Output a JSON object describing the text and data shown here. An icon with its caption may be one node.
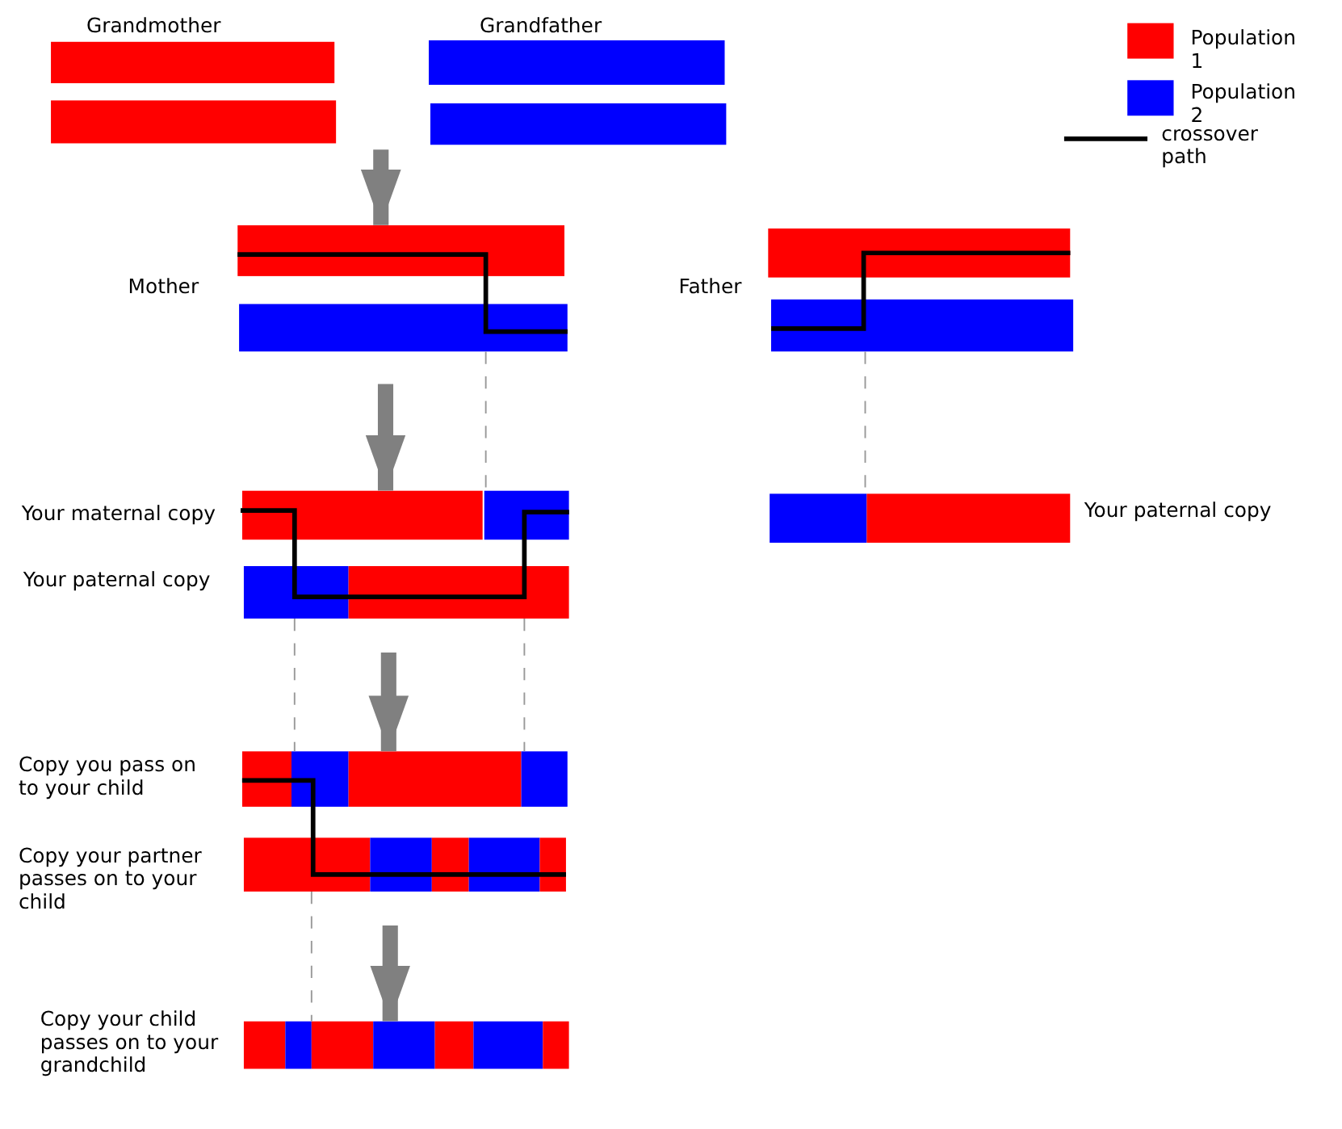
{
  "diagram": {
    "nodes": [
      {
        "text": [],
        "shape": "bar"
      },
      {
        "text": [],
        "shape": "bar"
      },
      {
        "text": [],
        "shape": "bar"
      },
      {
        "text": [],
        "shape": "bar"
      },
      {
        "text": [],
        "shape": "bar"
      },
      {
        "text": [],
        "shape": "bar"
      },
      {
        "text": [],
        "shape": "bar"
      },
      {
        "text": [],
        "shape": "bar"
      },
      {
        "text": [],
        "shape": "bar",
        "beside": [
          "Your maternal copy"
        ]
      },
      {
        "text": [],
        "shape": "bar",
        "beside": [
          "Your paternal copy"
        ]
      },
      {
        "text": [],
        "shape": "bar",
        "beside": [
          "Your paternal copy"
        ]
      },
      {
        "text": [],
        "shape": "bar",
        "beside": [
          "Copy you pass on to your child"
        ]
      },
      {
        "text": [],
        "shape": "bar",
        "beside": [
          "Copy your partner passes on to your child"
        ]
      },
      {
        "text": [],
        "shape": "bar",
        "beside": [
          "Copy your child passes on to your grandchild"
        ]
      }
    ],
    "edges": [
      {
        "from": null,
        "to": 4,
        "arrow": "to",
        "style": "thick",
        "color": "#808080"
      },
      {
        "from": 4,
        "to": 6,
        "arrow": "none",
        "color": "#000000"
      },
      {
        "from": 7,
        "to": 5,
        "arrow": "none",
        "color": "#000000"
      },
      {
        "from": 6,
        "to": 8,
        "arrow": "none",
        "style": "dashed",
        "color": "#999999"
      },
      {
        "from": 7,
        "to": 9,
        "arrow": "none",
        "style": "dashed",
        "color": "#999999"
      },
      {
        "from": null,
        "to": 8,
        "arrow": "to",
        "style": "thick",
        "color": "#808080"
      },
      {
        "from": 10,
        "to": 11,
        "arrow": "none",
        "style": "dashed",
        "color": "#999999"
      },
      {
        "from": 10,
        "to": 11,
        "arrow": "none",
        "style": "dashed",
        "color": "#999999"
      },
      {
        "from": null,
        "to": 11,
        "arrow": "to",
        "style": "thick",
        "color": "#808080"
      },
      {
        "from": 11,
        "to": 12,
        "arrow": "none",
        "color": "#000000"
      },
      {
        "from": 12,
        "to": 13,
        "arrow": "none",
        "style": "dashed",
        "color": "#999999"
      },
      {
        "from": null,
        "to": 13,
        "arrow": "to",
        "style": "thick",
        "color": "#808080"
      }
    ],
    "labels": [
      "Grandmother",
      "Grandfather",
      "Mother",
      "Father"
    ],
    "legend": [
      {
        "text": "Population 1",
        "color": "#ff0000"
      },
      {
        "text": "Population 2",
        "color": "#0000ff"
      },
      {
        "text": "crossover path"
      }
    ]
  }
}
